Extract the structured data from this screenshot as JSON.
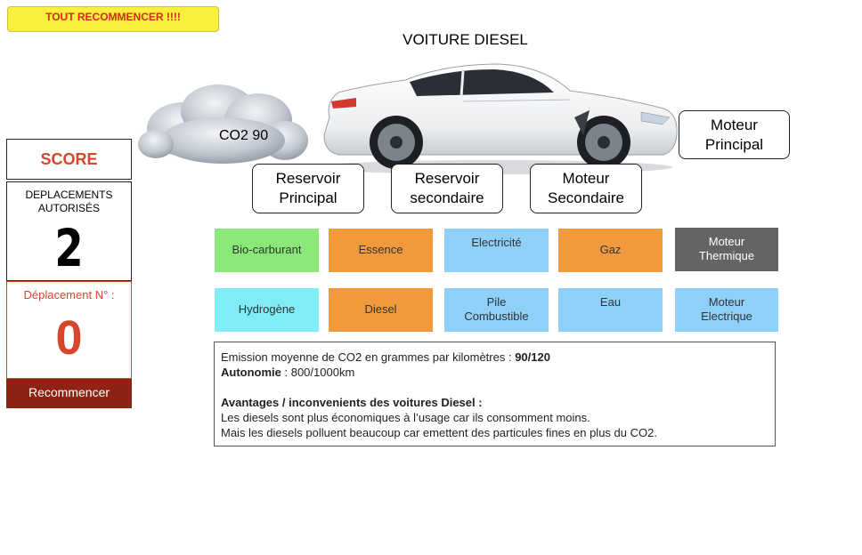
{
  "header": {
    "restart_all_label": "TOUT RECOMMENCER !!!!",
    "title": "VOITURE DIESEL"
  },
  "car": {
    "co2_label": "CO2 90",
    "body_color": "#f4f5f6",
    "cloud_color": "#b9bfc7"
  },
  "slots": {
    "reservoir_principal": [
      "Reservoir",
      "Principal"
    ],
    "reservoir_secondaire": [
      "Reservoir",
      "secondaire"
    ],
    "moteur_secondaire": [
      "Moteur",
      "Secondaire"
    ],
    "moteur_principal": [
      "Moteur",
      "Principal"
    ]
  },
  "score": {
    "title": "SCORE",
    "moves_label": [
      "DEPLACEMENTS",
      "AUTORISÉS"
    ],
    "moves_value": "2",
    "count_label": "Déplacement N° :",
    "count_value": "0",
    "restart_label": "Recommencer"
  },
  "tiles": [
    {
      "label": [
        "Bio-carburant"
      ],
      "color": "green"
    },
    {
      "label": [
        "Essence"
      ],
      "color": "orange"
    },
    {
      "label": [
        "Electricité"
      ],
      "color": "blue"
    },
    {
      "label": [
        "Gaz"
      ],
      "color": "orange"
    },
    {
      "label": [
        "Moteur",
        "Thermique"
      ],
      "color": "grey"
    },
    {
      "label": [
        "Hydrogène"
      ],
      "color": "cyan"
    },
    {
      "label": [
        "Diesel"
      ],
      "color": "orange"
    },
    {
      "label": [
        "Pile",
        "Combustible"
      ],
      "color": "blue"
    },
    {
      "label": [
        "Eau"
      ],
      "color": "blue"
    },
    {
      "label": [
        "Moteur",
        "Electrique"
      ],
      "color": "blue"
    }
  ],
  "info": {
    "emission_label": "Emission moyenne de CO2 en grammes par kilomètres : ",
    "emission_value": "90/120",
    "autonomie_label": "Autonomie",
    "autonomie_value": " :  800/1000km",
    "adv_title": "Avantages / inconvenients des voitures Diesel :",
    "adv_line1": "Les diesels sont plus économiques à l’usage car ils consomment moins.",
    "adv_line2": "Mais les diesels polluent beaucoup car emettent des particules fines en plus du CO2."
  },
  "colors": {
    "restart_all_bg": "#f9ef3c",
    "restart_all_text": "#d12b1f",
    "score_red": "#d6452c",
    "restart_btn_bg": "#8e2314"
  }
}
